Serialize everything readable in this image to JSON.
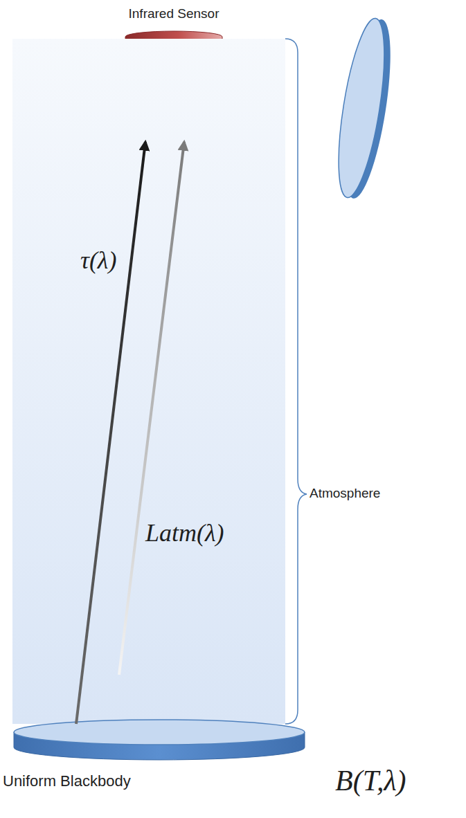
{
  "diagram": {
    "nodes": [
      {
        "text": [
          "Infrared Sensor"
        ]
      },
      {
        "text": [
          "Atmosphere"
        ]
      },
      {
        "text": [
          "Uniform Blackbody",
          "B(T,λ)"
        ]
      }
    ],
    "edges": [
      {
        "from": 2,
        "to": 0,
        "arrow": "to",
        "label": "τ(λ)"
      },
      {
        "from": 1,
        "to": 0,
        "arrow": "to",
        "label": "Latm(λ)"
      }
    ]
  }
}
